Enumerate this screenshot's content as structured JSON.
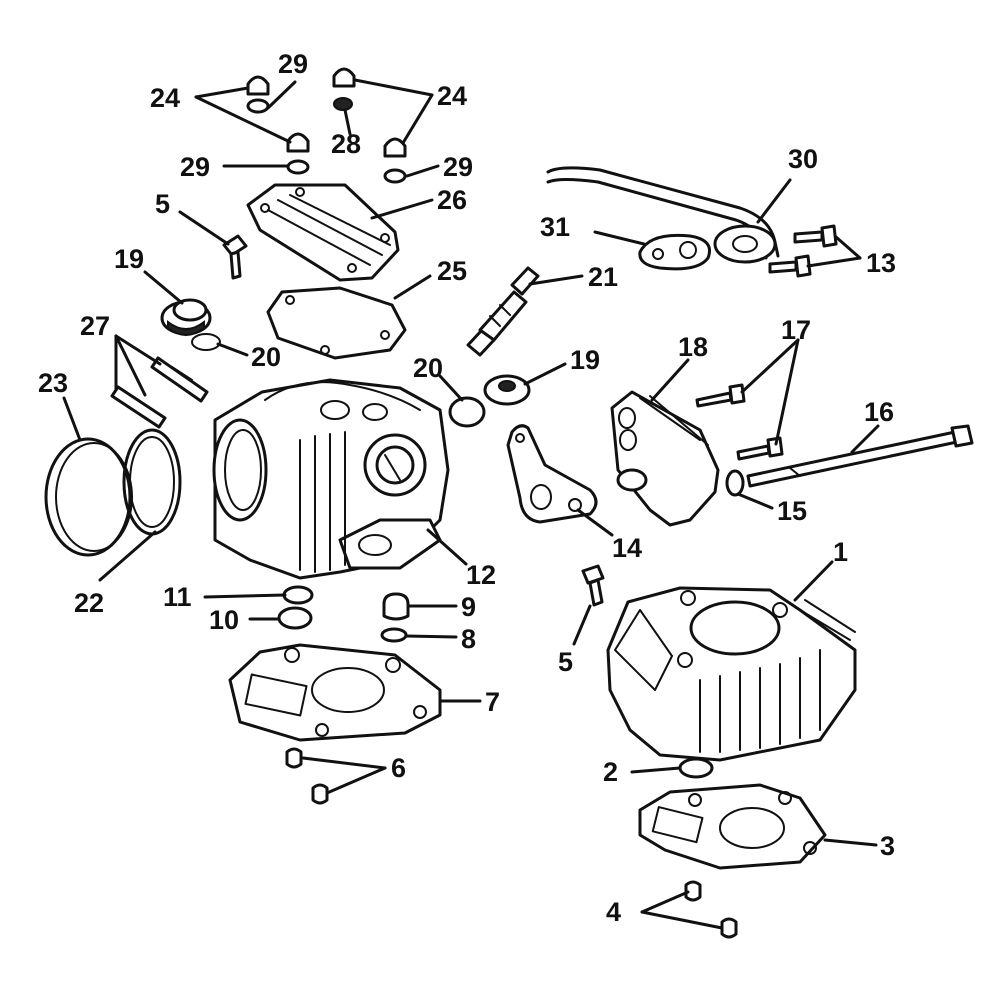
{
  "callouts": [
    {
      "id": "c1",
      "text": "1"
    },
    {
      "id": "c2",
      "text": "2"
    },
    {
      "id": "c3",
      "text": "3"
    },
    {
      "id": "c4",
      "text": "4"
    },
    {
      "id": "c5a",
      "text": "5"
    },
    {
      "id": "c5b",
      "text": "5"
    },
    {
      "id": "c6",
      "text": "6"
    },
    {
      "id": "c7",
      "text": "7"
    },
    {
      "id": "c8",
      "text": "8"
    },
    {
      "id": "c9",
      "text": "9"
    },
    {
      "id": "c10",
      "text": "10"
    },
    {
      "id": "c11",
      "text": "11"
    },
    {
      "id": "c12",
      "text": "12"
    },
    {
      "id": "c13",
      "text": "13"
    },
    {
      "id": "c14",
      "text": "14"
    },
    {
      "id": "c15",
      "text": "15"
    },
    {
      "id": "c16",
      "text": "16"
    },
    {
      "id": "c17",
      "text": "17"
    },
    {
      "id": "c18",
      "text": "18"
    },
    {
      "id": "c19a",
      "text": "19"
    },
    {
      "id": "c19b",
      "text": "19"
    },
    {
      "id": "c20a",
      "text": "20"
    },
    {
      "id": "c20b",
      "text": "20"
    },
    {
      "id": "c21",
      "text": "21"
    },
    {
      "id": "c22",
      "text": "22"
    },
    {
      "id": "c23",
      "text": "23"
    },
    {
      "id": "c24a",
      "text": "24"
    },
    {
      "id": "c24b",
      "text": "24"
    },
    {
      "id": "c25",
      "text": "25"
    },
    {
      "id": "c26",
      "text": "26"
    },
    {
      "id": "c27",
      "text": "27"
    },
    {
      "id": "c28",
      "text": "28"
    },
    {
      "id": "c29a",
      "text": "29"
    },
    {
      "id": "c29b",
      "text": "29"
    },
    {
      "id": "c29c",
      "text": "29"
    },
    {
      "id": "c30",
      "text": "30"
    },
    {
      "id": "c31",
      "text": "31"
    }
  ]
}
